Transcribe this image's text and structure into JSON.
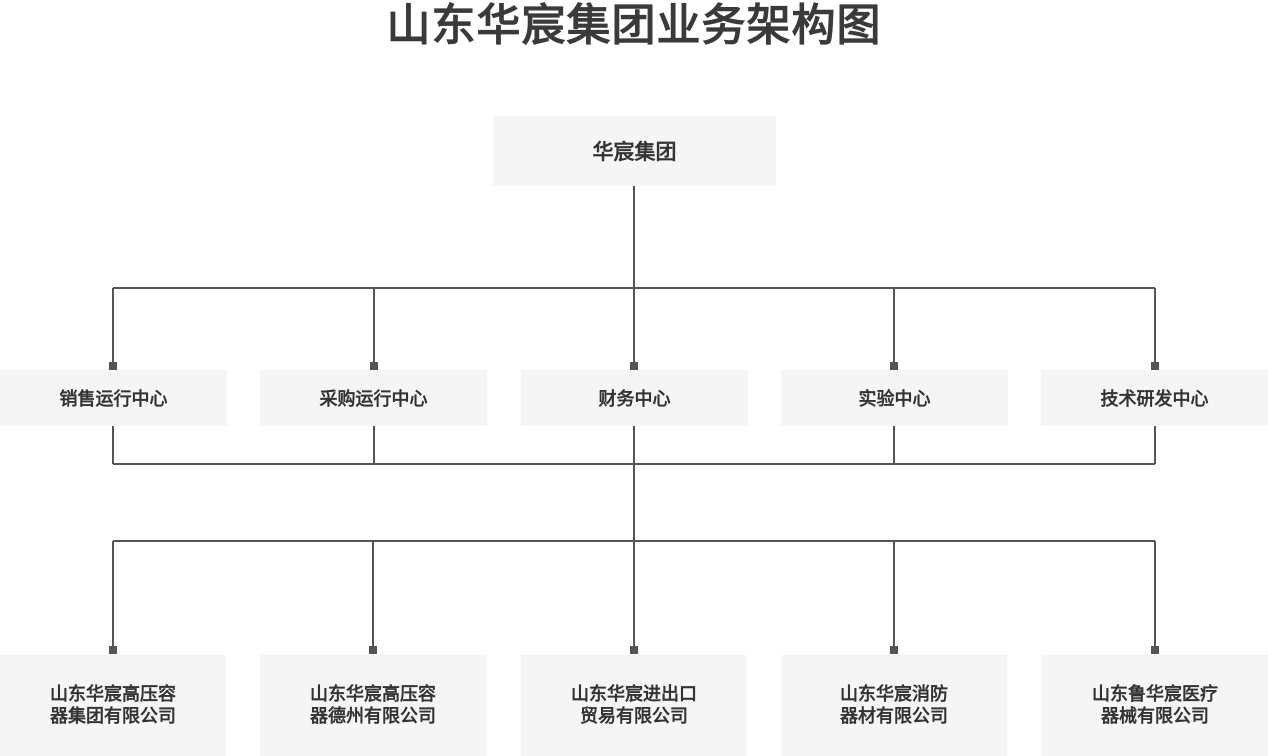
{
  "page": {
    "title": "山东华宸集团业务架构图"
  },
  "org": {
    "root": {
      "label": "华宸集团"
    },
    "centers": [
      {
        "label": "销售运行中心"
      },
      {
        "label": "采购运行中心"
      },
      {
        "label": "财务中心"
      },
      {
        "label": "实验中心"
      },
      {
        "label": "技术研发中心"
      }
    ],
    "companies": [
      {
        "line1": "山东华宸高压容",
        "line2": "器集团有限公司"
      },
      {
        "line1": "山东华宸高压容",
        "line2": "器德州有限公司"
      },
      {
        "line1": "山东华宸进出口",
        "line2": "贸易有限公司"
      },
      {
        "line1": "山东华宸消防",
        "line2": "器材有限公司"
      },
      {
        "line1": "山东鲁华宸医疗",
        "line2": "器械有限公司"
      }
    ]
  },
  "colors": {
    "connector": "#555555",
    "box_fill": "#f5f5f5",
    "text": "#333333",
    "title_text": "#3a3a3a"
  }
}
